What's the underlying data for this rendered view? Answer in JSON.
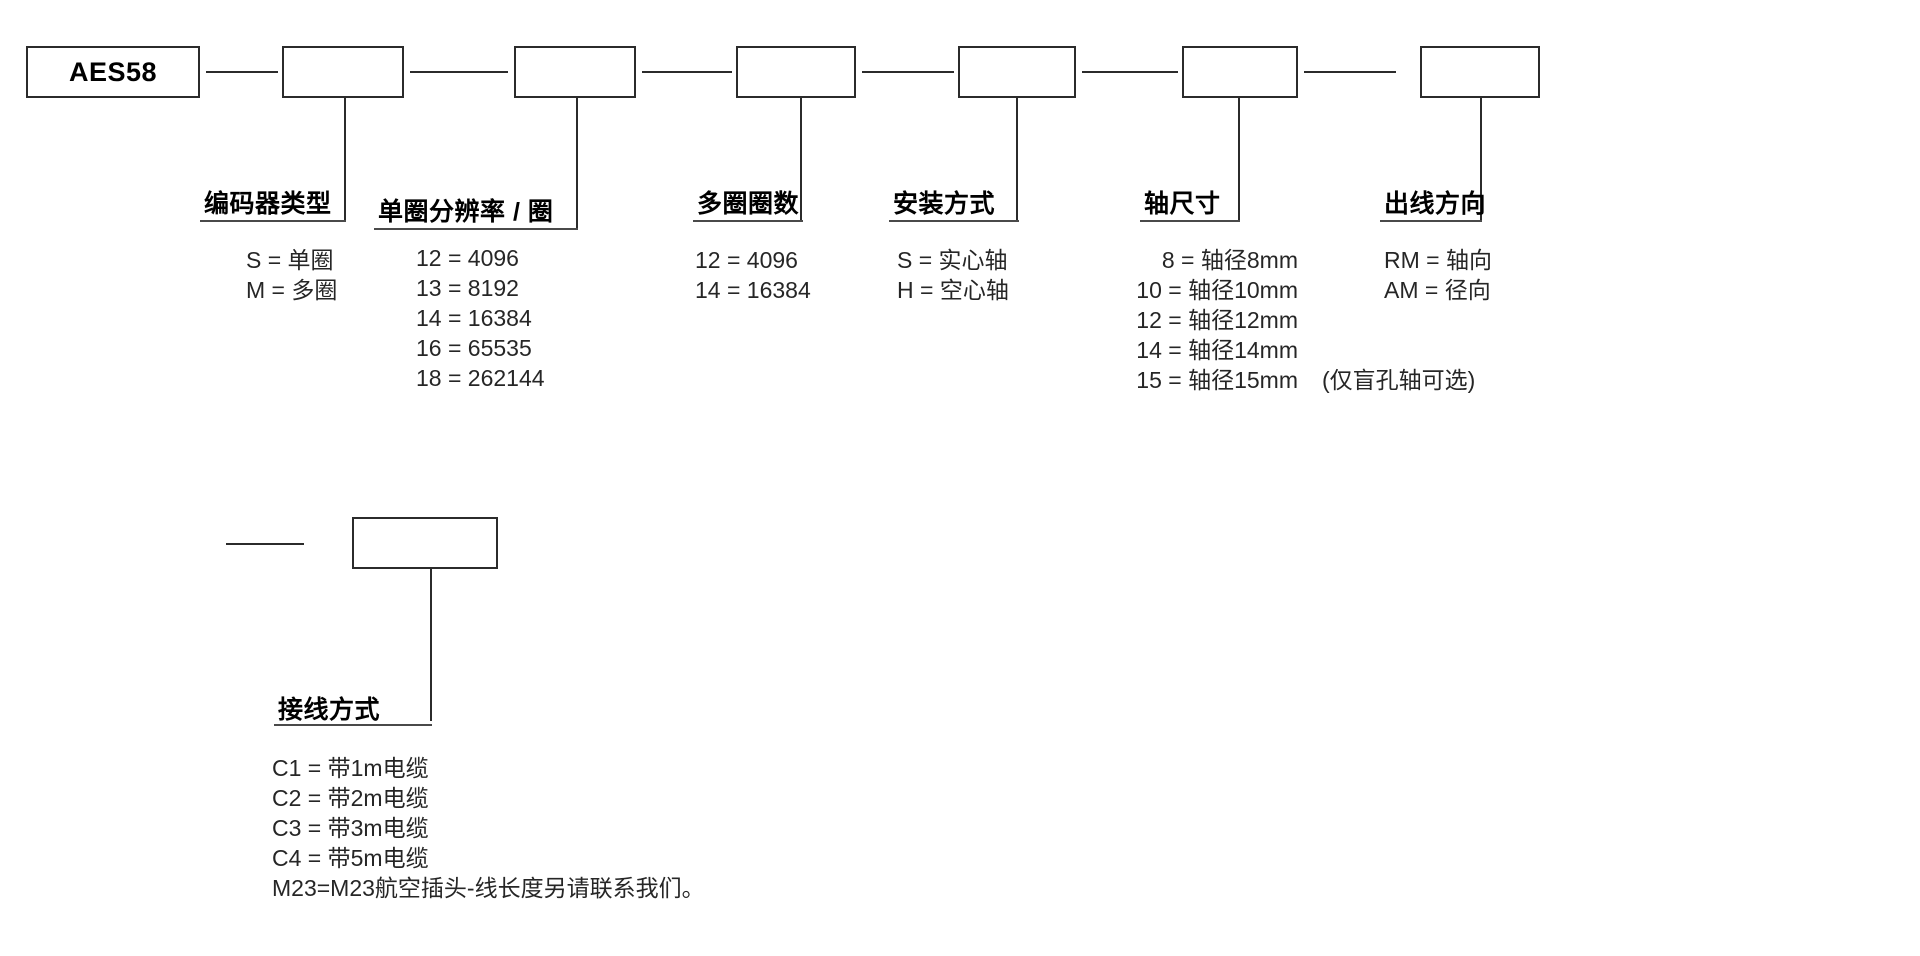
{
  "diagram": {
    "title_code": "AES58",
    "segments": [
      {
        "key": "encoder_type",
        "label": "编码器类型",
        "options": [
          "S = 单圈",
          "M = 多圈"
        ]
      },
      {
        "key": "singleturn_resolution",
        "label": "单圈分辨率 / 圈",
        "options": [
          "12 = 4096",
          "13 = 8192",
          "14 = 16384",
          "16 = 65535",
          "18 = 262144"
        ]
      },
      {
        "key": "multiturn_count",
        "label": "多圈圈数",
        "options": [
          "12 = 4096",
          "14 = 16384"
        ]
      },
      {
        "key": "mounting_type",
        "label": "安装方式",
        "options": [
          "S = 实心轴",
          "H = 空心轴"
        ]
      },
      {
        "key": "shaft_size",
        "label": "轴尺寸",
        "options": [
          "8 = 轴径8mm",
          "10 = 轴径10mm",
          "12 = 轴径12mm",
          "14 = 轴径14mm",
          "15 = 轴径15mm"
        ],
        "option_note": "(仅盲孔轴可选)"
      },
      {
        "key": "cable_outlet_direction",
        "label": "出线方向",
        "options": [
          "RM = 轴向",
          "AM = 径向"
        ]
      },
      {
        "key": "connection_type",
        "label": "接线方式",
        "options": [
          "C1  = 带1m电缆",
          "C2  = 带2m电缆",
          "C3  =  带3m电缆",
          "C4  =  带5m电缆",
          "M23=M23航空插头-线长度另请联系我们。"
        ]
      }
    ]
  },
  "colors": {
    "line": "#2b2b2b",
    "rule": "#4a4a4a",
    "text": "#1a1a1a",
    "background": "#ffffff"
  }
}
